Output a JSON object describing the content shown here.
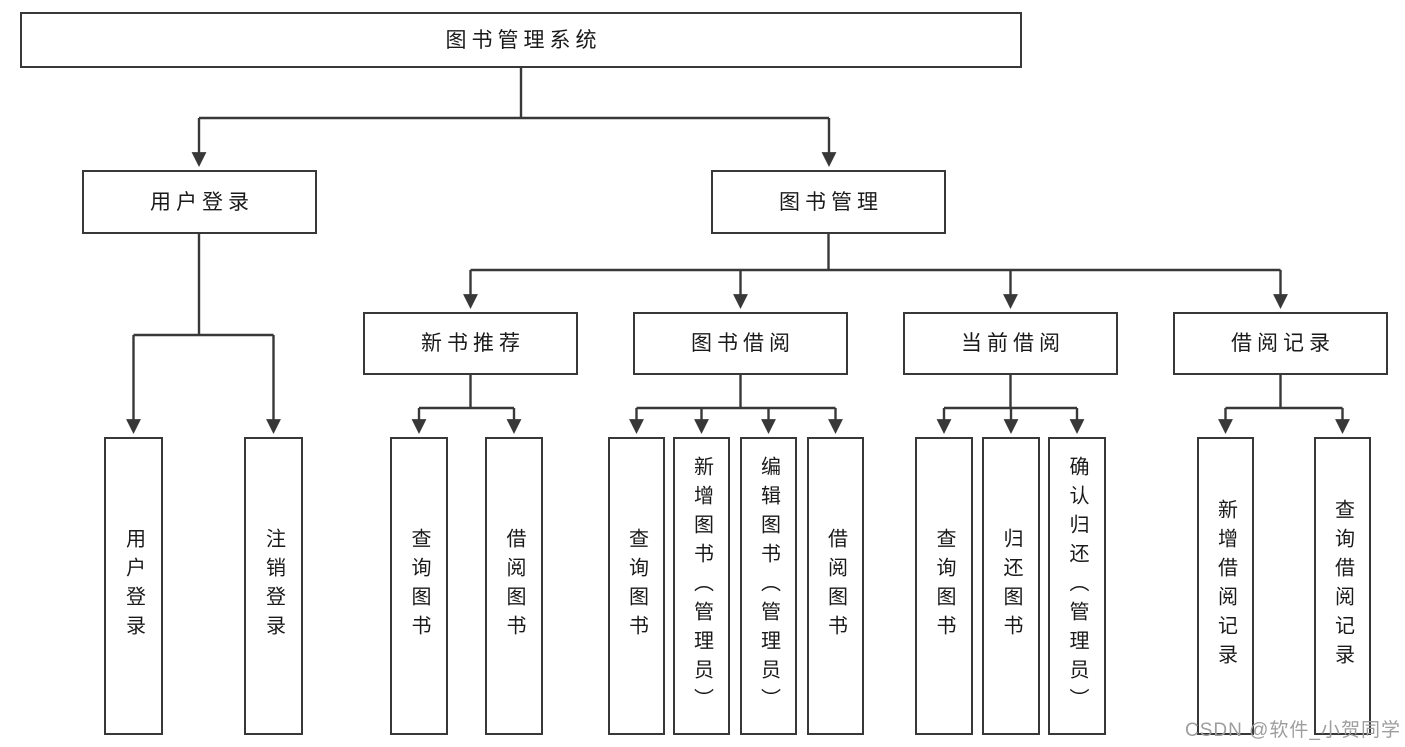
{
  "colors": {
    "line": "#383838",
    "text": "#1a1a1a",
    "watermark": "#9e9e9e",
    "background": "#ffffff"
  },
  "watermark": {
    "text": "CSDN @软件_小贺同学"
  },
  "tree": {
    "label": "图书管理系统",
    "children": [
      {
        "label": "用户登录",
        "children": [
          {
            "label": "用户登录"
          },
          {
            "label": "注销登录"
          }
        ]
      },
      {
        "label": "图书管理",
        "children": [
          {
            "label": "新书推荐",
            "children": [
              {
                "label": "查询图书"
              },
              {
                "label": "借阅图书"
              }
            ]
          },
          {
            "label": "图书借阅",
            "children": [
              {
                "label": "查询图书"
              },
              {
                "label": "新增图书（管理员）"
              },
              {
                "label": "编辑图书（管理员）"
              },
              {
                "label": "借阅图书"
              }
            ]
          },
          {
            "label": "当前借阅",
            "children": [
              {
                "label": "查询图书"
              },
              {
                "label": "归还图书"
              },
              {
                "label": "确认归还（管理员）"
              }
            ]
          },
          {
            "label": "借阅记录",
            "children": [
              {
                "label": "新增借阅记录"
              },
              {
                "label": "查询借阅记录"
              }
            ]
          }
        ]
      }
    ]
  }
}
